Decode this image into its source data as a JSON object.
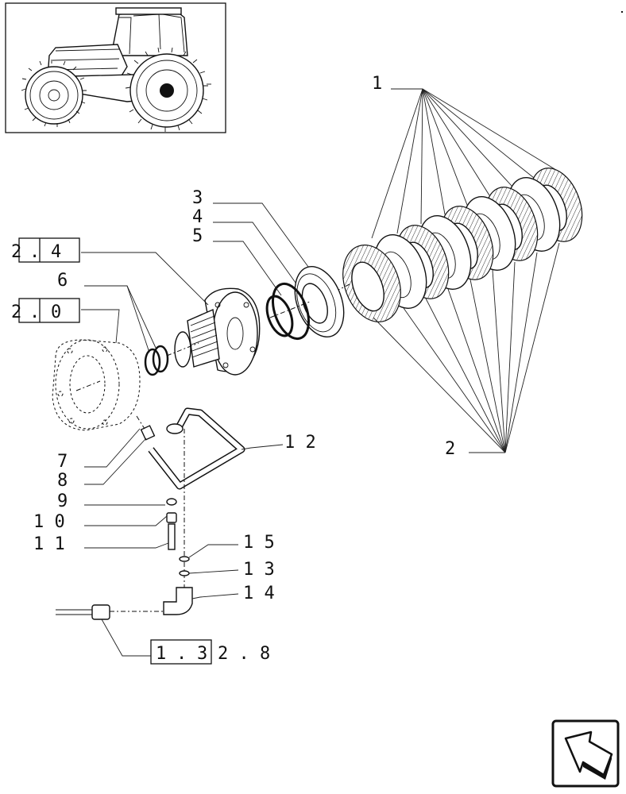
{
  "callouts": {
    "c1": "1",
    "c2": "2",
    "c3": "3",
    "c4": "4",
    "c5": "5",
    "c6": "6",
    "c7": "7",
    "c8": "8",
    "c9": "9",
    "c10": "1 0",
    "c11": "1 1",
    "c12": "1 2",
    "c13": "1 3",
    "c14": "1 4",
    "c15": "1 5"
  },
  "refs": {
    "ref24_a": "2",
    "ref24_b": ".",
    "ref24_c": "4",
    "ref20_a": "2",
    "ref20_b": ".",
    "ref20_c": "0",
    "ref13_a": "1",
    "ref13_b": ".",
    "ref13_c": "3",
    "ref13_tail": "2 . 8"
  },
  "icons": {
    "thumbnail": "tractor-thumbnail",
    "navigation": "next-page-arrow-icon"
  }
}
